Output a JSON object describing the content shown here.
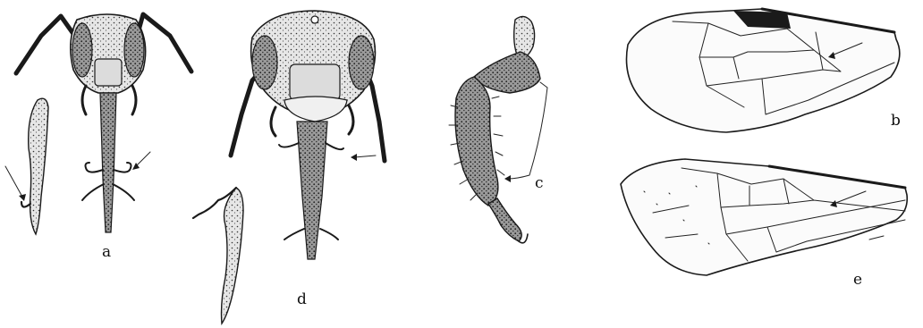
{
  "figure": {
    "panels": [
      {
        "id": "a",
        "label": "a"
      },
      {
        "id": "d",
        "label": "d"
      },
      {
        "id": "c",
        "label": "c"
      },
      {
        "id": "b",
        "label": "b"
      },
      {
        "id": "e",
        "label": "e"
      }
    ]
  },
  "colors": {
    "ink": "#1a1a1a",
    "shade": "#cfcfcf",
    "paper": "#ffffff"
  }
}
